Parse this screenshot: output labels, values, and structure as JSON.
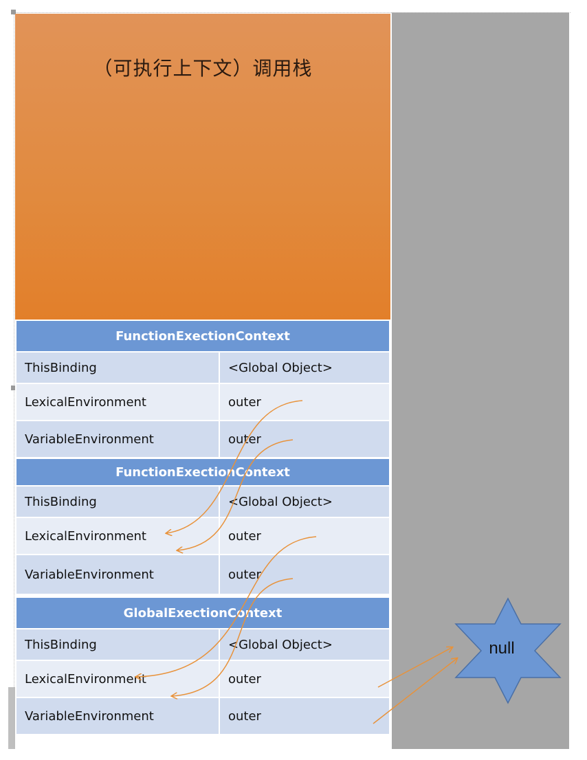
{
  "stack": {
    "title": "（可执行上下文）调用栈"
  },
  "contexts": [
    {
      "header": "FunctionExectionContext",
      "rows": [
        {
          "label": "ThisBinding",
          "value": "<Global Object>"
        },
        {
          "label": "LexicalEnvironment",
          "value": "outer"
        },
        {
          "label": "VariableEnvironment",
          "value": "outer"
        }
      ]
    },
    {
      "header": "FunctionExectionContext",
      "rows": [
        {
          "label": "ThisBinding",
          "value": "<Global Object>"
        },
        {
          "label": "LexicalEnvironment",
          "value": "outer"
        },
        {
          "label": "VariableEnvironment",
          "value": "outer"
        }
      ]
    },
    {
      "header": "GlobalExectionContext",
      "rows": [
        {
          "label": "ThisBinding",
          "value": "<Global Object>"
        },
        {
          "label": "LexicalEnvironment",
          "value": "outer"
        },
        {
          "label": "VariableEnvironment",
          "value": "outer"
        }
      ]
    }
  ],
  "null_node": {
    "label": "null"
  },
  "colors": {
    "stack_top": "#e19358",
    "stack_bottom": "#e27f2a",
    "header_blue": "#6c97d4",
    "row_dark": "#d0dbee",
    "row_light": "#e8edf6",
    "arrow": "#e8923a",
    "star_fill": "#6c97d4",
    "star_stroke": "#4a6fa5"
  }
}
